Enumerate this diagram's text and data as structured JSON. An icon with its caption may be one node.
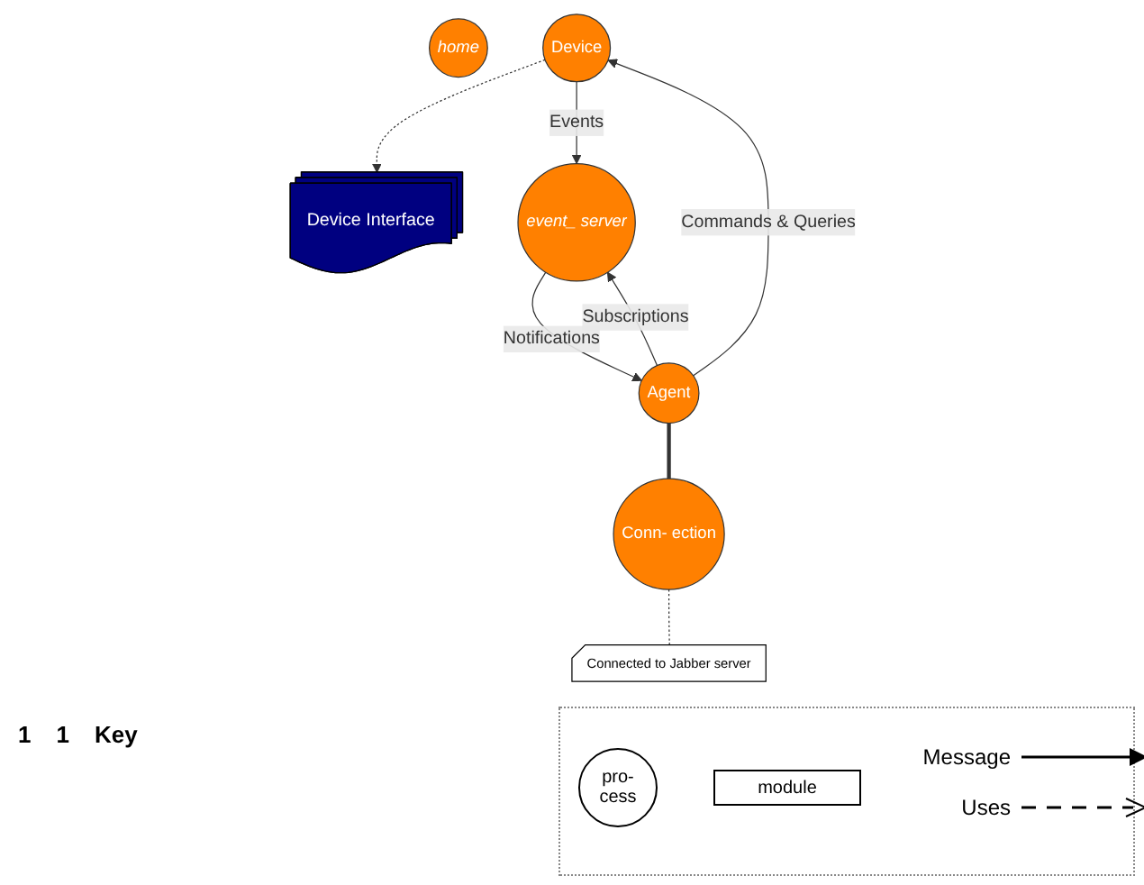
{
  "diagram": {
    "nodes": [
      {
        "text": [
          "home"
        ]
      },
      {
        "text": [
          "Device"
        ]
      },
      {
        "text": [
          "Agent"
        ]
      },
      {
        "text": [
          "Conn- ection"
        ]
      },
      {
        "text": [
          "Device Interface"
        ]
      },
      {
        "text": [
          "event_ server"
        ]
      },
      {
        "text": [
          "Connected to Jabber server"
        ]
      }
    ],
    "edges": [
      {
        "from": 2,
        "to": 1,
        "arrow": "to",
        "label": "Commands & Queries"
      },
      {
        "from": 1,
        "to": 4,
        "arrow": "to",
        "style": "dashed"
      },
      {
        "from": 1,
        "to": 5,
        "arrow": "to",
        "label": "Events"
      },
      {
        "from": 5,
        "to": 2,
        "arrow": "to",
        "label": "Notifications"
      },
      {
        "from": 2,
        "to": 5,
        "arrow": "to",
        "label": "Subscriptions"
      },
      {
        "from": 2,
        "to": 3,
        "arrow": "none",
        "style": "thick"
      },
      {
        "from": 3,
        "to": 6,
        "arrow": "none",
        "style": "dashed"
      }
    ],
    "labels": [
      "1",
      "1",
      "Key"
    ],
    "legend": [
      {
        "text": "pro- cess"
      },
      {
        "text": "module"
      },
      {
        "text": "Message"
      },
      {
        "text": "Uses"
      }
    ]
  }
}
